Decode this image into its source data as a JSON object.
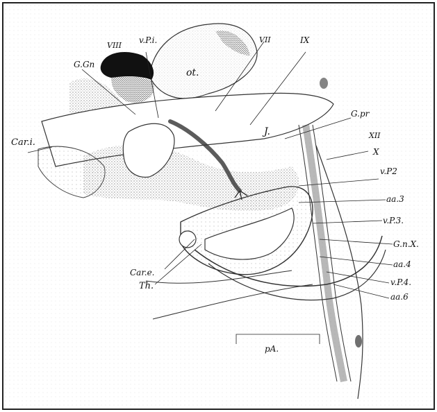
{
  "figure": {
    "labels": {
      "viii": "VIII",
      "vp1": "v.P.i.",
      "vii": "VII",
      "ix": "IX",
      "ot": "ot.",
      "ggn": "G.Gn",
      "gpr": "G.pr",
      "xii": "XII",
      "x": "X",
      "cari": "Car.i.",
      "j": "J.",
      "vp2": "v.P2",
      "aa3": "aa.3",
      "vp3": "v.P.3.",
      "gnx": "G.n.X.",
      "aa4": "aa.4",
      "vp4": "v.P.4.",
      "aa6": "aa.6",
      "care": "Car.e.",
      "th": "Th.",
      "pa": "pA."
    },
    "colors": {
      "ink": "#111111",
      "stipple": "#3a3a3a",
      "paper": "#ffffff",
      "border": "#222222"
    }
  }
}
